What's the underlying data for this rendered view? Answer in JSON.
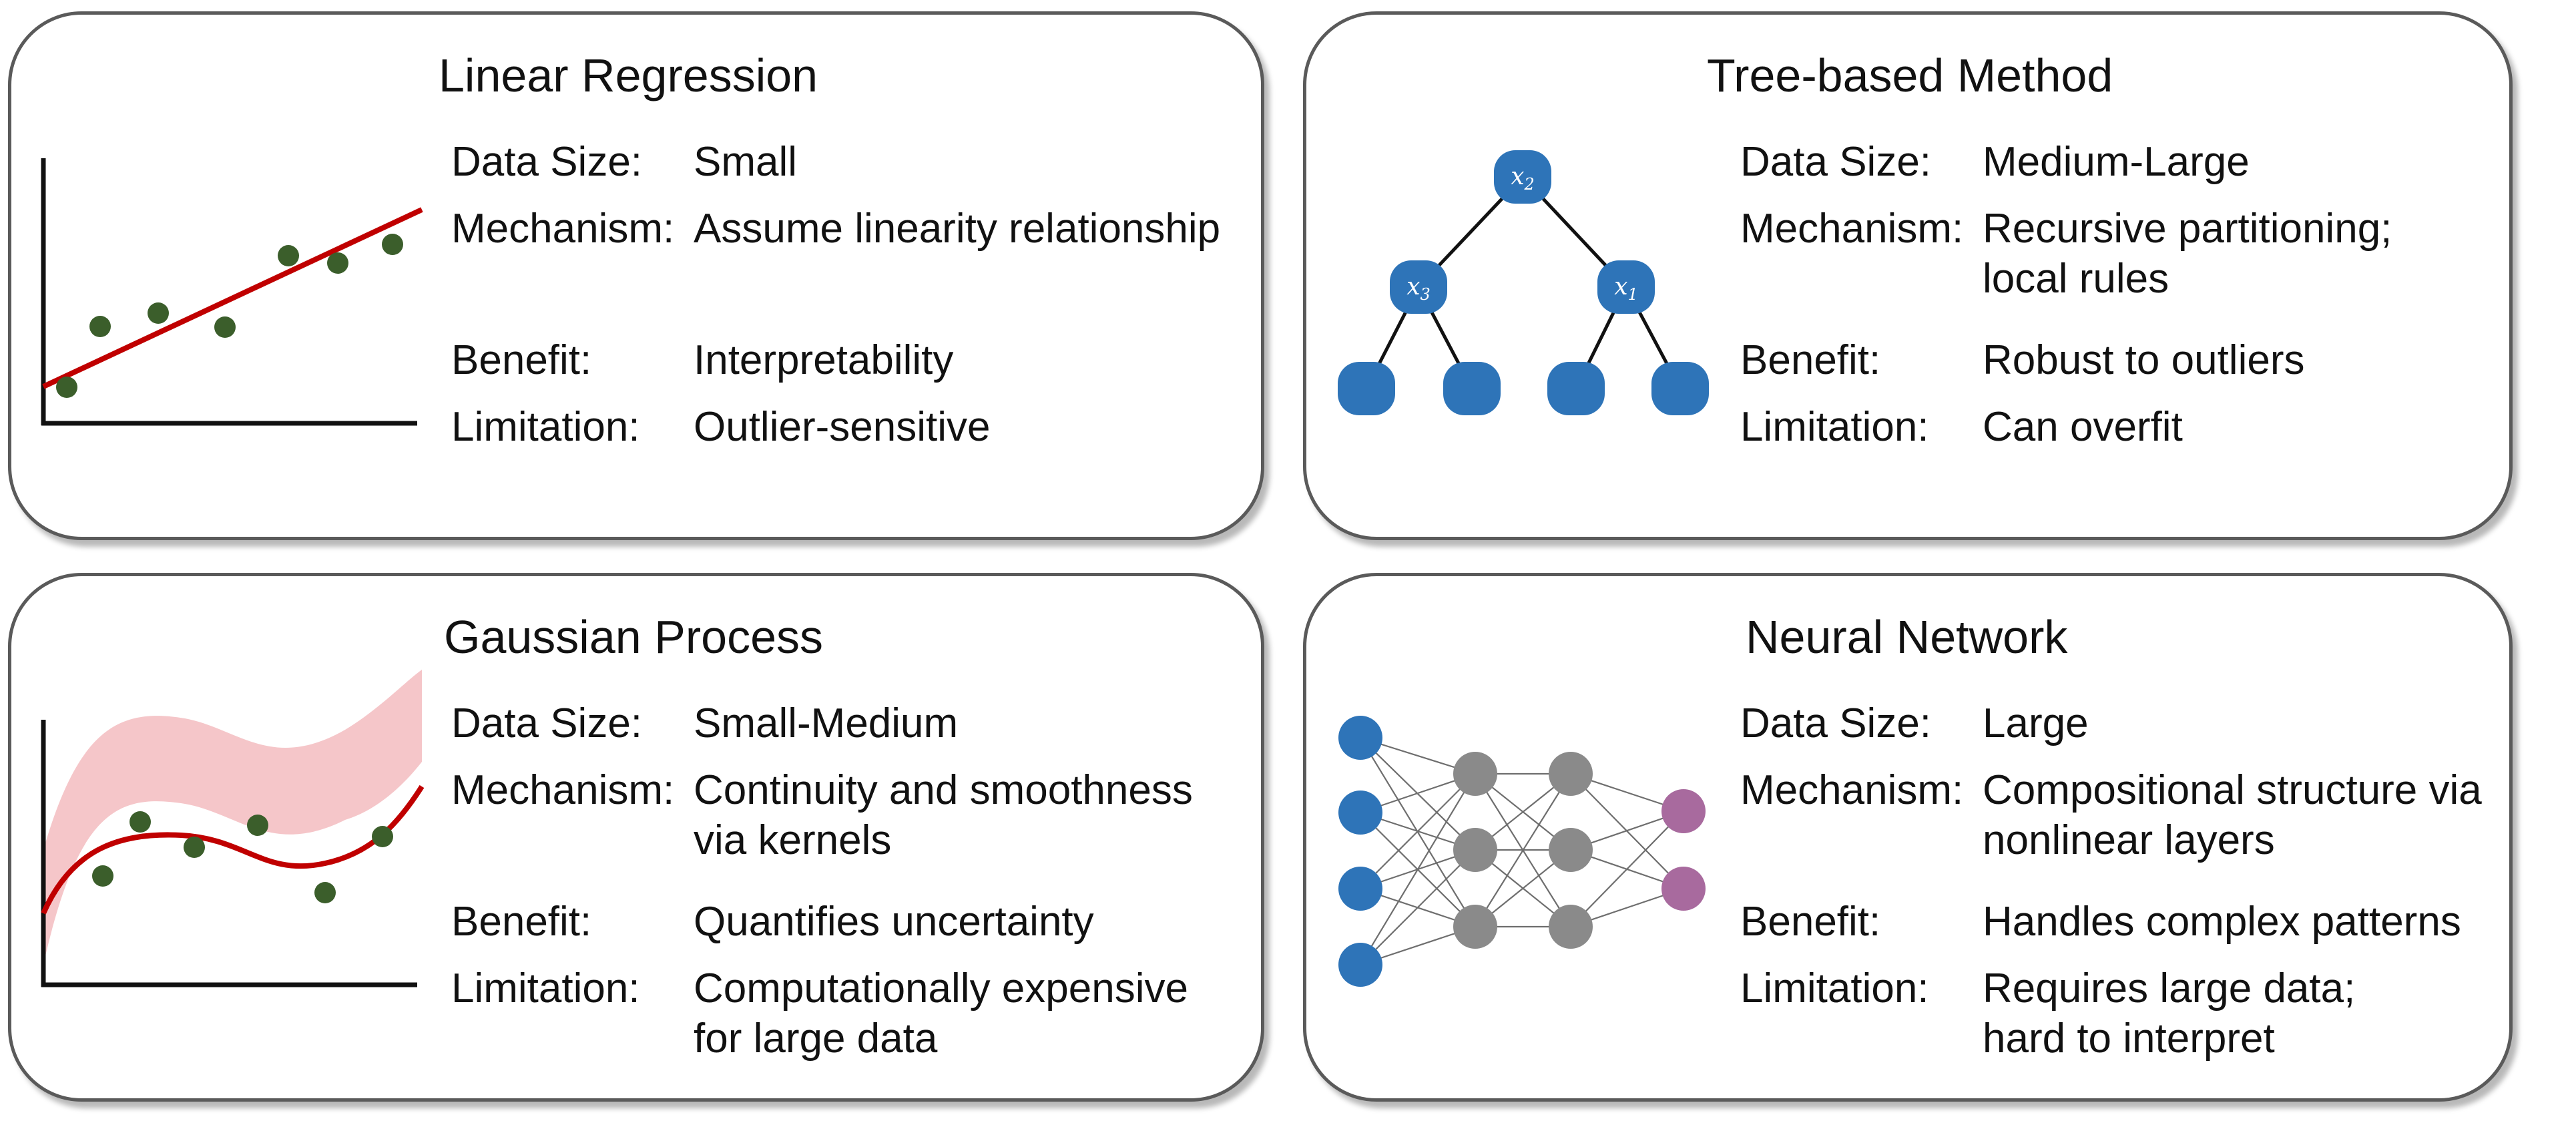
{
  "cards": [
    {
      "title": "Linear Regression",
      "data_size_label": "Data Size:",
      "data_size": "Small",
      "mechanism_label": "Mechanism:",
      "mechanism_lines": [
        "Assume linearity relationship"
      ],
      "benefit_label": "Benefit:",
      "benefit": "Interpretability",
      "limitation_label": "Limitation:",
      "limitation_lines": [
        "Outlier-sensitive"
      ]
    },
    {
      "title": "Tree-based Method",
      "data_size_label": "Data Size:",
      "data_size": "Medium-Large",
      "mechanism_label": "Mechanism:",
      "mechanism_lines": [
        "Recursive partitioning;",
        "local rules"
      ],
      "benefit_label": "Benefit:",
      "benefit": "Robust to outliers",
      "limitation_label": "Limitation:",
      "limitation_lines": [
        "Can overfit"
      ]
    },
    {
      "title": "Gaussian Process",
      "data_size_label": "Data Size:",
      "data_size": "Small-Medium",
      "mechanism_label": "Mechanism:",
      "mechanism_lines": [
        "Continuity and smoothness",
        "via kernels"
      ],
      "benefit_label": "Benefit:",
      "benefit": "Quantifies uncertainty",
      "limitation_label": "Limitation:",
      "limitation_lines": [
        "Computationally expensive",
        "for large data"
      ]
    },
    {
      "title": "Neural Network",
      "data_size_label": "Data Size:",
      "data_size": "Large",
      "mechanism_label": "Mechanism:",
      "mechanism_lines": [
        "Compositional structure via",
        "nonlinear layers"
      ],
      "benefit_label": "Benefit:",
      "benefit": "Handles complex patterns",
      "limitation_label": "Limitation:",
      "limitation_lines": [
        "Requires large data;",
        "hard to interpret"
      ]
    }
  ],
  "tree_nodes": {
    "root": {
      "var": "x",
      "sub": "2"
    },
    "left": {
      "var": "x",
      "sub": "3"
    },
    "right": {
      "var": "x",
      "sub": "1"
    }
  },
  "colors": {
    "card_border": "#5a5a5a",
    "point_green": "#3b5e2b",
    "fit_red": "#c00000",
    "band_pink": "#f2b8bb",
    "node_blue": "#2e74b8",
    "hidden_gray": "#8a8a8a",
    "output_purple": "#a86a9e",
    "axis_black": "#111111"
  }
}
